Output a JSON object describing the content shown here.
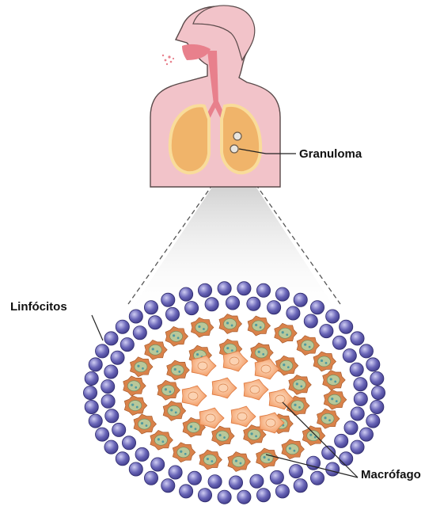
{
  "labels": {
    "granuloma": "Granuloma",
    "linfocitos": "Linfócitos",
    "macrofago": "Macrófago"
  },
  "colors": {
    "skin": "#f2c3c9",
    "skin_outline": "#5a4a4a",
    "airway": "#e8808c",
    "lung": "#f0b46a",
    "lung_edge": "#f9dc9a",
    "lymphocyte": "#5a56a8",
    "lymphocyte_highlight": "#c8c6ee",
    "macrophage_cluster": "#d9824a",
    "macrophage_center": "#f6a673",
    "cone_gray": "#c9c9c9"
  },
  "icons": {
    "person": "human-torso-lungs-icon",
    "lymphocyte": "lymphocyte-cell-icon",
    "macrophage": "macrophage-cluster-icon"
  }
}
